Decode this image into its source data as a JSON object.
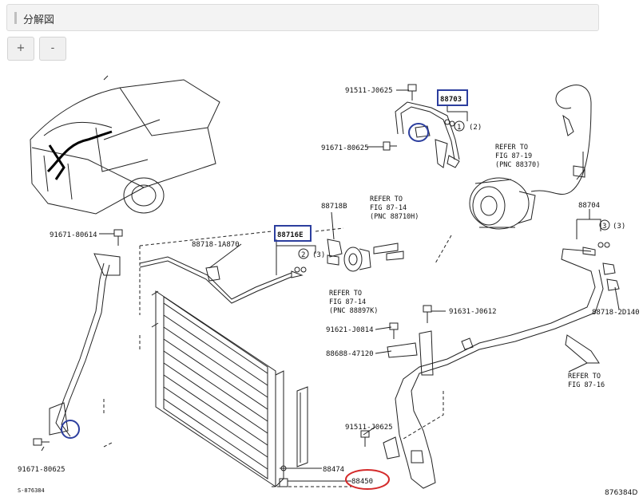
{
  "header": {
    "title": "分解図"
  },
  "zoom": {
    "plus_label": "+",
    "minus_label": "-"
  },
  "colors": {
    "highlight_blue": "#2c3e9e",
    "highlight_red": "#d42a2a",
    "line": "#222222"
  },
  "parts": {
    "p91511a": "91511-J0625",
    "p88703": "88703",
    "p91671a": "91671-80625",
    "p88718b": "88718B",
    "p91671b": "91671-80614",
    "p88718_1a": "88718-1A870",
    "p88716e": "88716E",
    "p88704": "88704",
    "p91631": "91631-J0612",
    "p91621": "91621-J0814",
    "p88688": "88688-47120",
    "p88718_2d": "88718-2D140",
    "p91511b": "91511-J0625",
    "p91671c": "91671-80625",
    "p88474": "88474",
    "p88450": "88450"
  },
  "qty": {
    "q1": "1",
    "q1p": "(2)",
    "q2": "2",
    "q2p": "(3)",
    "q3": "3",
    "q3p": "(3)"
  },
  "refs": {
    "r1": [
      "REFER TO",
      "FIG 87-19",
      "(PNC 88370)"
    ],
    "r2": [
      "REFER TO",
      "FIG 87-14",
      "(PNC 88710H)"
    ],
    "r3": [
      "REFER TO",
      "FIG 87-14",
      "(PNC 88897K)"
    ],
    "r4": [
      "REFER TO",
      "FIG 87-16"
    ]
  },
  "footer": {
    "left_code": "S-876384",
    "right_code": "876384D"
  }
}
